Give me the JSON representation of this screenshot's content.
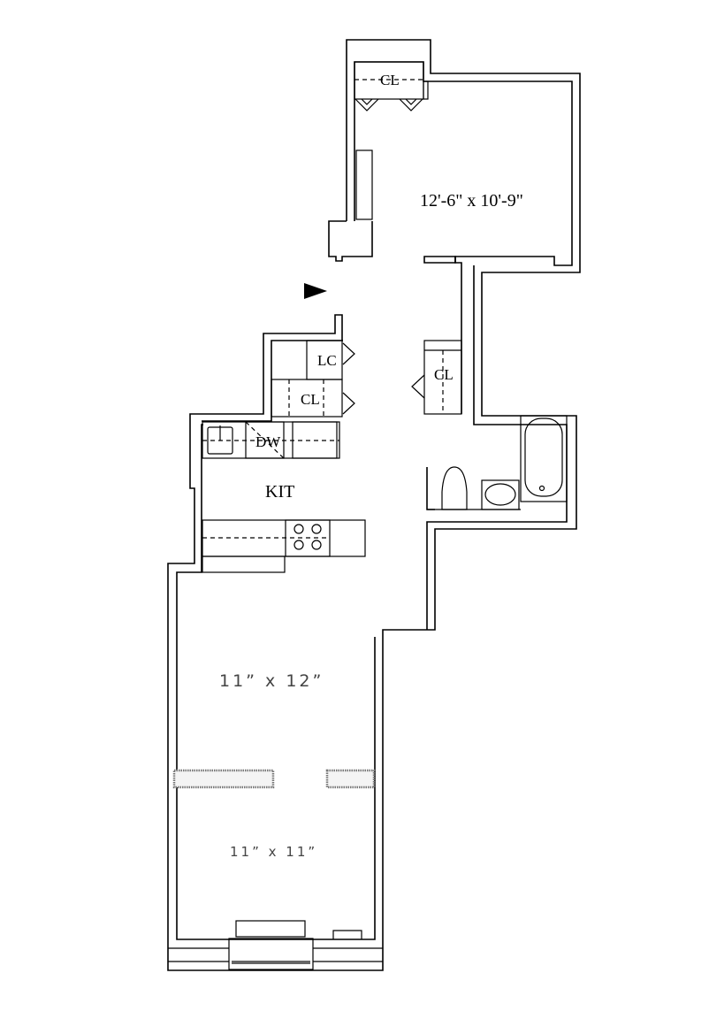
{
  "rooms": {
    "bedroom": {
      "label": "12'-6\" x 10'-9\"",
      "closet_label": "CL"
    },
    "hall": {
      "linen_closet_label": "LC",
      "closet_label": "CL",
      "closet2_label": "CL"
    },
    "kitchen": {
      "label": "KIT",
      "dishwasher_label": "DW"
    },
    "living": {
      "label": "11”  x 12”"
    },
    "dining": {
      "label": "11”  x 11”"
    }
  }
}
